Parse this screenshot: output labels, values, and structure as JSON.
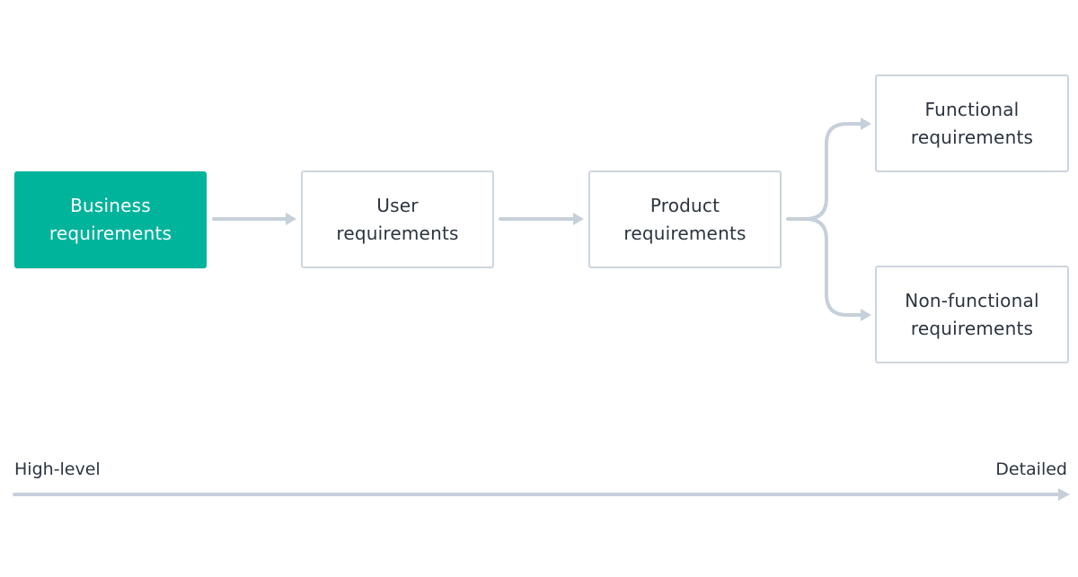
{
  "diagram": {
    "nodes": {
      "business": {
        "line1": "Business",
        "line2": "requirements"
      },
      "user": {
        "line1": "User",
        "line2": "requirements"
      },
      "product": {
        "line1": "Product",
        "line2": "requirements"
      },
      "functional": {
        "line1": "Functional",
        "line2": "requirements"
      },
      "nonfunctional": {
        "line1": "Non-functional",
        "line2": "requirements"
      }
    },
    "axis": {
      "start_label": "High-level",
      "end_label": "Detailed"
    },
    "colors": {
      "highlight_fill": "#00b39b",
      "box_border": "#cdd5de",
      "connector": "#c6d0da",
      "text": "#2b3440"
    }
  }
}
